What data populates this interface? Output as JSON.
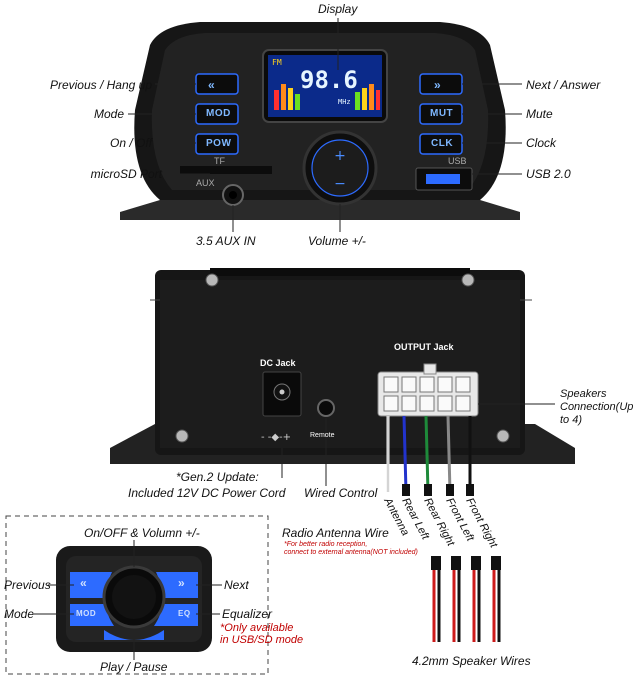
{
  "head_unit": {
    "labels": {
      "display": "Display",
      "previous": "Previous / Hang up",
      "mode": "Mode",
      "onoff": "On / Off",
      "microsd": "microSD Port",
      "aux": "3.5 AUX IN",
      "volume": "Volume +/-",
      "next": "Next / Answer",
      "mute": "Mute",
      "clock": "Clock",
      "usb": "USB 2.0"
    },
    "buttons": {
      "mod": "MOD",
      "pow": "POW",
      "mut": "MUT",
      "clk": "CLK",
      "prev_glyph": "«",
      "next_glyph": "»"
    },
    "screen": {
      "band": "FM",
      "freq": "98.6",
      "unit": "MHz"
    },
    "printed": {
      "tf": "TF",
      "aux": "AUX",
      "usb": "USB"
    }
  },
  "amp": {
    "dc_jack": "DC Jack",
    "output_jack": "OUTPUT Jack",
    "remote": "Remote",
    "speakers": "Speakers Connection(Up to 4)",
    "gen2_line1": "*Gen.2 Update:",
    "gen2_line2": "Included 12V DC Power Cord",
    "wired_control": "Wired Control",
    "antenna_wire": "Radio Antenna Wire",
    "antenna_note1": "*For better radio reception,",
    "antenna_note2": "connect to external antenna(NOT included)",
    "wire_labels": [
      "Antenna",
      "Rear Left",
      "Rear Right",
      "Front Left",
      "Front Right"
    ],
    "speaker_wires": "4.2mm Speaker Wires"
  },
  "remote": {
    "onoff_vol": "On/OFF & Volumn +/-",
    "previous": "Previous",
    "next": "Next",
    "mode": "Mode",
    "equalizer": "Equalizer",
    "eq_note1": "*Only available",
    "eq_note2": "in USB/SD mode",
    "play": "Play / Pause",
    "btn_mod": "MOD",
    "btn_eq": "EQ",
    "btn_prev": "«",
    "btn_next": "»"
  },
  "colors": {
    "accent_blue": "#2d6bff",
    "note_red": "#c00000",
    "body_black": "#1a1a1a"
  }
}
